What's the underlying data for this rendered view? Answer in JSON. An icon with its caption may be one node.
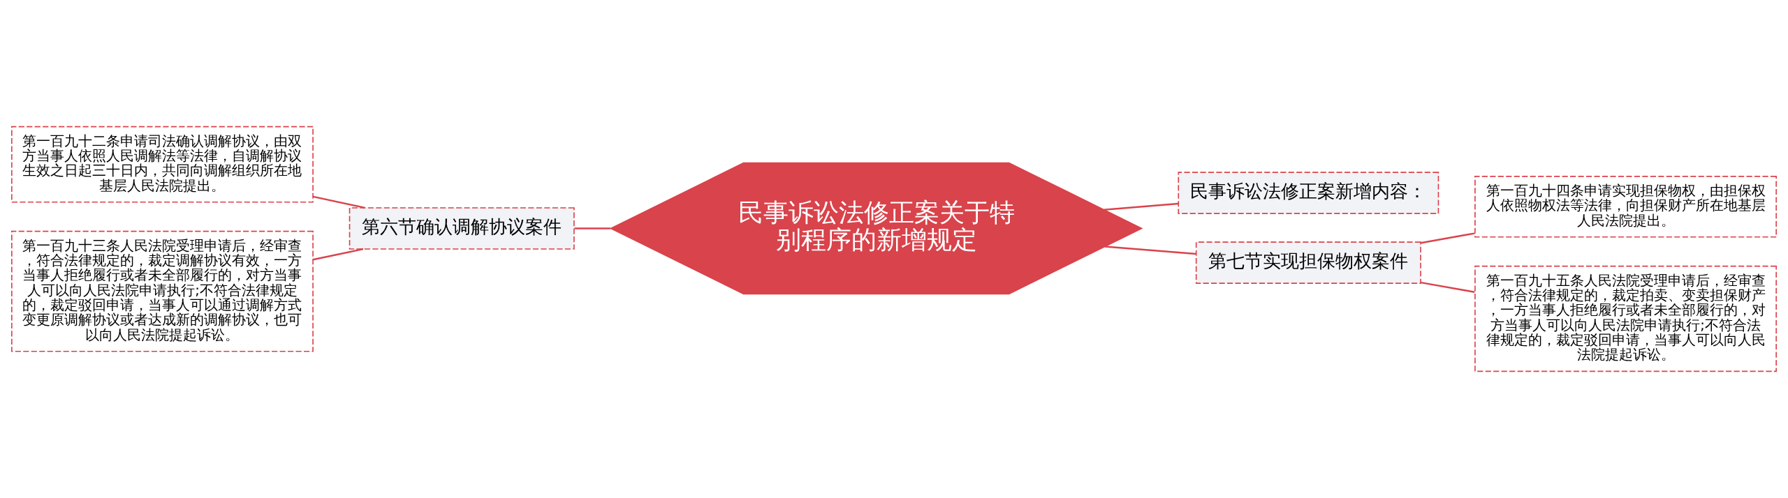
{
  "diagram": {
    "nodes": [
      {
        "text": [
          "民事诉讼法修正案关于特别程序的新增规定"
        ]
      },
      {
        "text": [
          "第六节确认调解协议案件"
        ]
      },
      {
        "text": [
          "第一百九十二条申请司法确认调解协议，由双方当事人依照人民调解法等法律，自调解协议生效之日起三十日内，共同向调解组织所在地基层人民法院提出。"
        ]
      },
      {
        "text": [
          "第一百九十三条人民法院受理申请后，经审查，符合法律规定的，裁定调解协议有效，一方当事人拒绝履行或者未全部履行的，对方当事人可以向人民法院申请执行;不符合法律规定的，裁定驳回申请，当事人可以通过调解方式变更原调解协议或者达成新的调解协议，也可以向人民法院提起诉讼。"
        ]
      },
      {
        "text": [
          "民事诉讼法修正案新增内容："
        ]
      },
      {
        "text": [
          "第七节实现担保物权案件"
        ]
      },
      {
        "text": [
          "第一百九十四条申请实现担保物权，由担保权人依照物权法等法律，向担保财产所在地基层人民法院提出。"
        ]
      },
      {
        "text": [
          "第一百九十五条人民法院受理申请后，经审查，符合法律规定的，裁定拍卖、变卖担保财产，一方当事人拒绝履行或者未全部履行的，对方当事人可以向人民法院申请执行;不符合法律规定的，裁定驳回申请，当事人可以向人民法院提起诉讼。"
        ]
      }
    ],
    "edges": [
      {
        "from": 0,
        "to": 1,
        "arrow": "none"
      },
      {
        "from": 1,
        "to": 2,
        "arrow": "none"
      },
      {
        "from": 1,
        "to": 3,
        "arrow": "none"
      },
      {
        "from": 0,
        "to": 4,
        "arrow": "none"
      },
      {
        "from": 0,
        "to": 5,
        "arrow": "none"
      },
      {
        "from": 5,
        "to": 6,
        "arrow": "none"
      },
      {
        "from": 5,
        "to": 7,
        "arrow": "none"
      }
    ]
  }
}
